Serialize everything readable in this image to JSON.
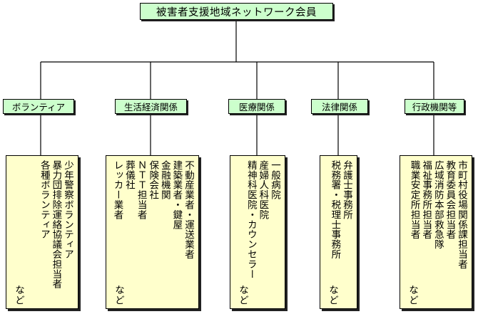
{
  "title": "被害者支援地域ネットワーク会員",
  "categories": [
    {
      "label": "ボランティア",
      "items": "少年警察ボランティア\n暴力団排除運絡協議会担当者\n各種ボランティア",
      "footer": "など"
    },
    {
      "label": "生活経済関係",
      "items": "不動産業者・運送業者\n建築業者・鍵屋\n金融機関\n保険会社\nＮＴＴ担当者\n葬儀社\nレッカー業者",
      "footer": "など"
    },
    {
      "label": "医療関係",
      "items": "一般病院\n産婦人科医院\n精神科医院・カウンセラー",
      "footer": "など"
    },
    {
      "label": "法律関係",
      "items": "弁護士事務所\n税務署・税理士事務所",
      "footer": "など"
    },
    {
      "label": "行政機関等",
      "items": "市町村役場関係課担当者\n教育委員会担当者\n広域消防本部救急隊\n福祉事務所担当者\n職業安定所担当者",
      "footer": "など"
    }
  ]
}
